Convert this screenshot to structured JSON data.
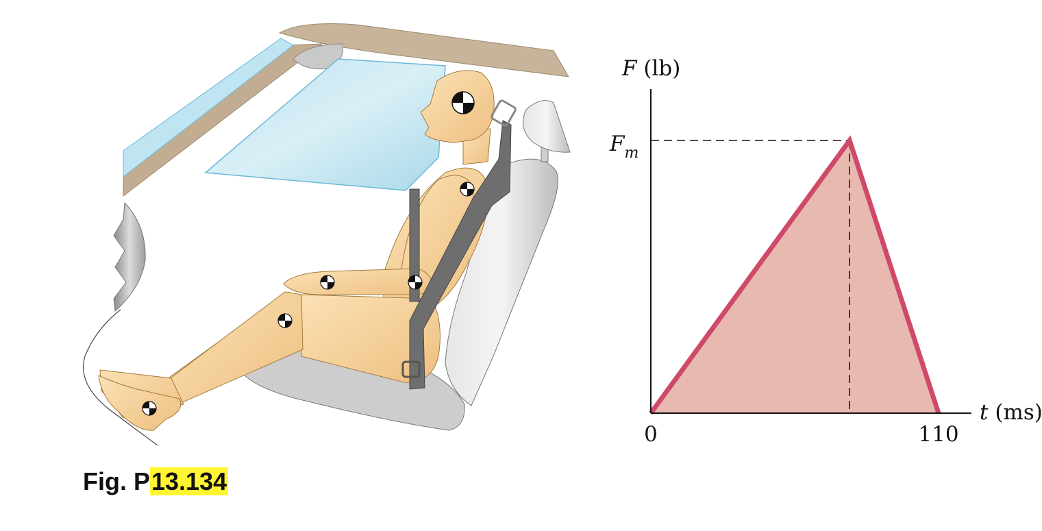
{
  "figure": {
    "caption_prefix": "Fig. P",
    "caption_number": "13.134"
  },
  "chart_data": {
    "type": "area",
    "ylabel_var": "F",
    "ylabel_unit": "(lb)",
    "xlabel_var": "t",
    "xlabel_unit": "(ms)",
    "peak_label_var": "F",
    "peak_label_sub": "m",
    "x_tick_labels": [
      "0",
      "110"
    ],
    "series": [
      {
        "x": [
          0,
          76,
          110
        ],
        "y_label": [
          "0",
          "Fm",
          "0"
        ]
      }
    ],
    "line_color": "#cf4a68",
    "fill_color": "#e8b9b0"
  }
}
